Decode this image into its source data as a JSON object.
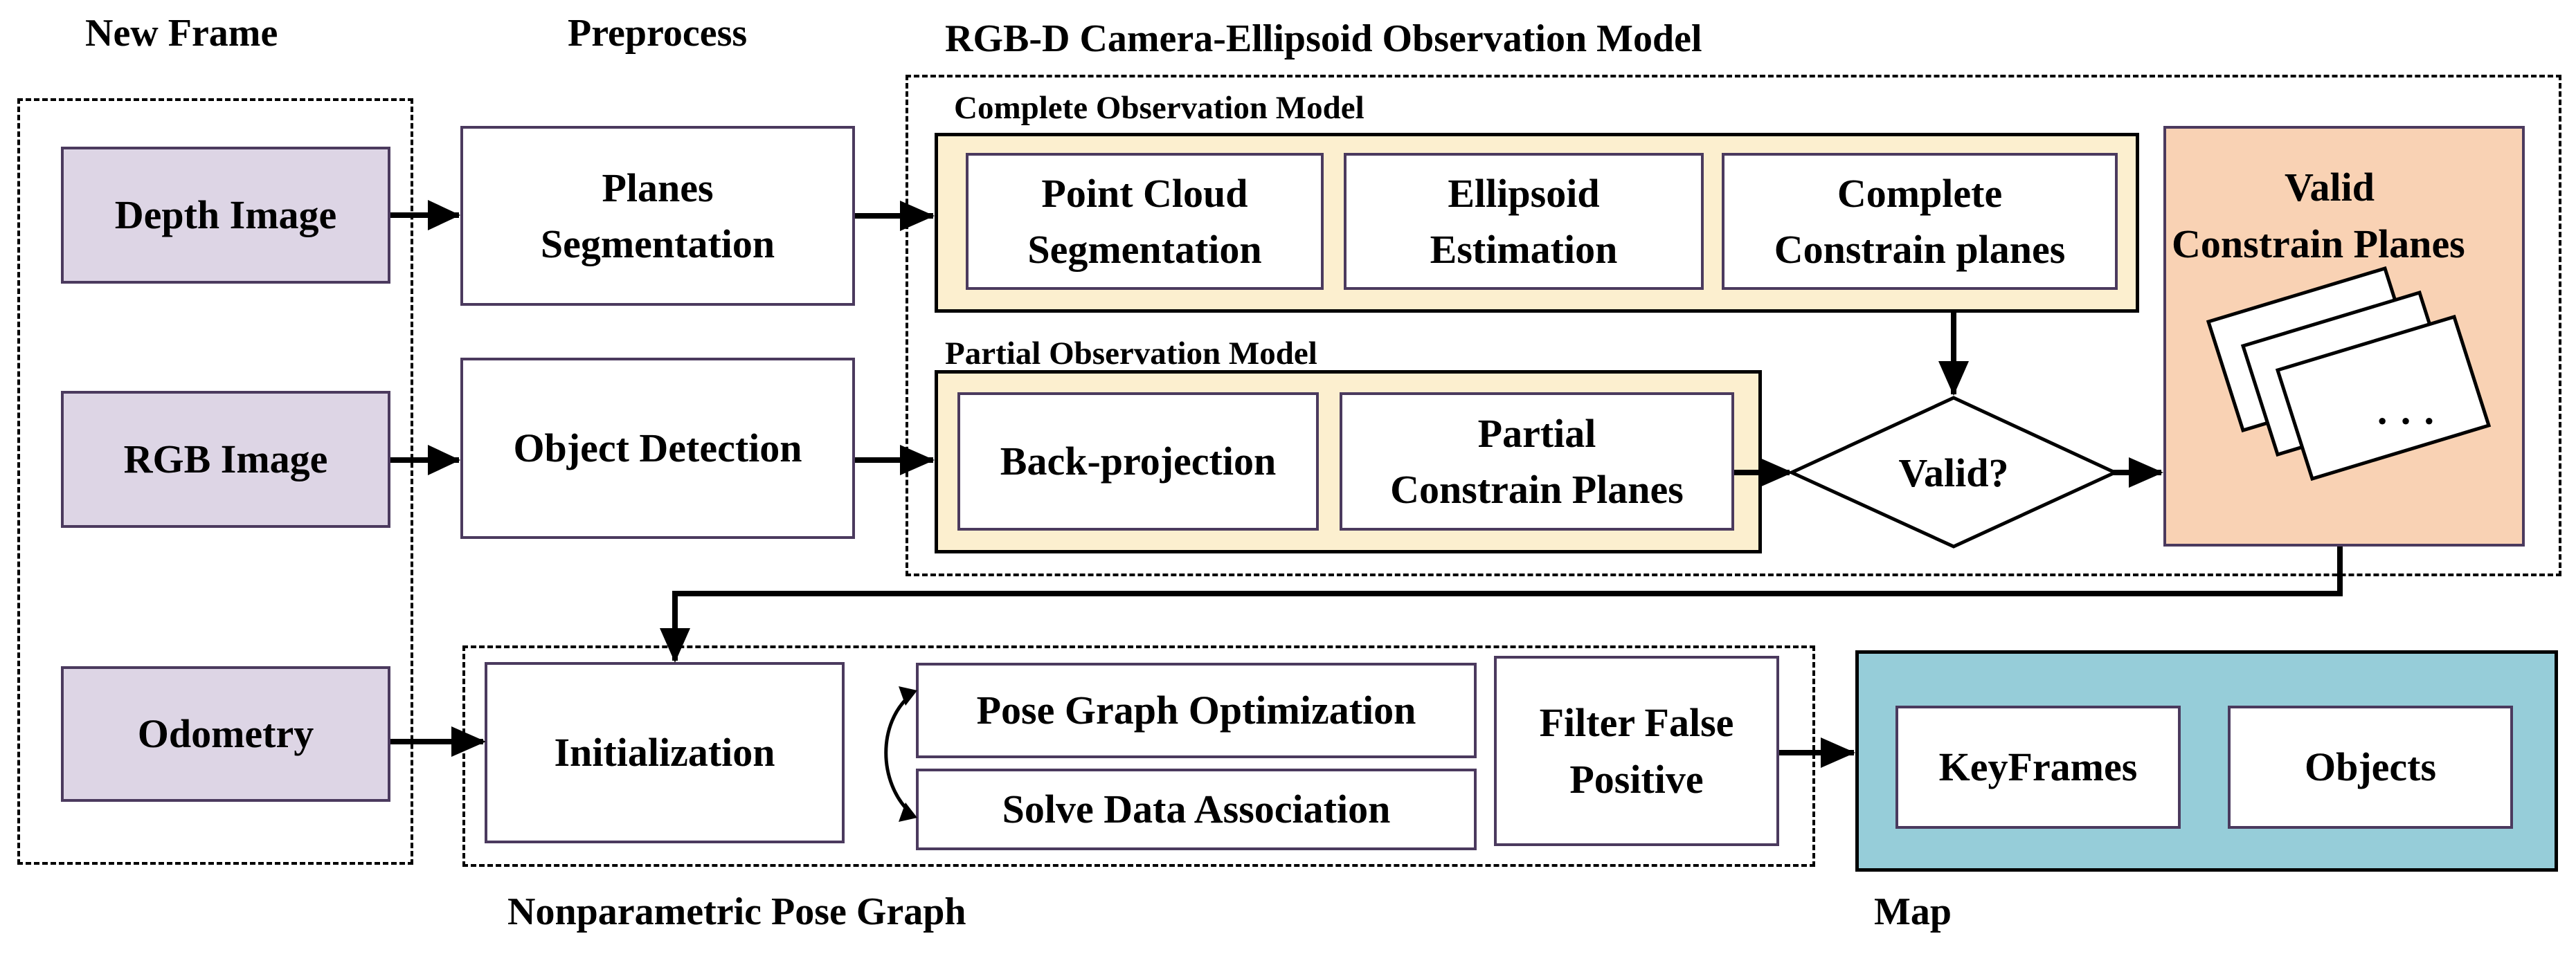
{
  "headers": {
    "new_frame": "New Frame",
    "preprocess": "Preprocess",
    "observation_model": "RGB-D Camera-Ellipsoid Observation Model",
    "pose_graph": "Nonparametric Pose Graph",
    "map": "Map"
  },
  "new_frame": {
    "depth_image": "Depth Image",
    "rgb_image": "RGB Image",
    "odometry": "Odometry"
  },
  "preprocess": {
    "planes_line1": "Planes",
    "planes_line2": "Segmentation",
    "object_detection": "Object Detection"
  },
  "complete_model": {
    "title": "Complete Observation Model",
    "point_cloud_line1": "Point Cloud",
    "point_cloud_line2": "Segmentation",
    "ellipsoid_line1": "Ellipsoid",
    "ellipsoid_line2": "Estimation",
    "complete_line1": "Complete",
    "complete_line2": "Constrain planes"
  },
  "partial_model": {
    "title": "Partial Observation Model",
    "back_projection": "Back-projection",
    "partial_line1": "Partial",
    "partial_line2": "Constrain Planes"
  },
  "decision": {
    "label": "Valid?"
  },
  "valid_planes": {
    "line1": "Valid",
    "line2": "Constrain Planes",
    "ellipsis": "· · ·"
  },
  "pose_graph": {
    "initialization": "Initialization",
    "pose_graph_optimization": "Pose Graph Optimization",
    "solve_data_association": "Solve Data Association",
    "filter_line1": "Filter False",
    "filter_line2": "Positive"
  },
  "map": {
    "keyframes": "KeyFrames",
    "objects": "Objects"
  },
  "colors": {
    "input_fill": "#ddd5e5",
    "model_fill": "#fcefcf",
    "valid_fill": "#f9d2b4",
    "map_fill": "#96cdd9",
    "box_border": "#4b3a5e"
  }
}
